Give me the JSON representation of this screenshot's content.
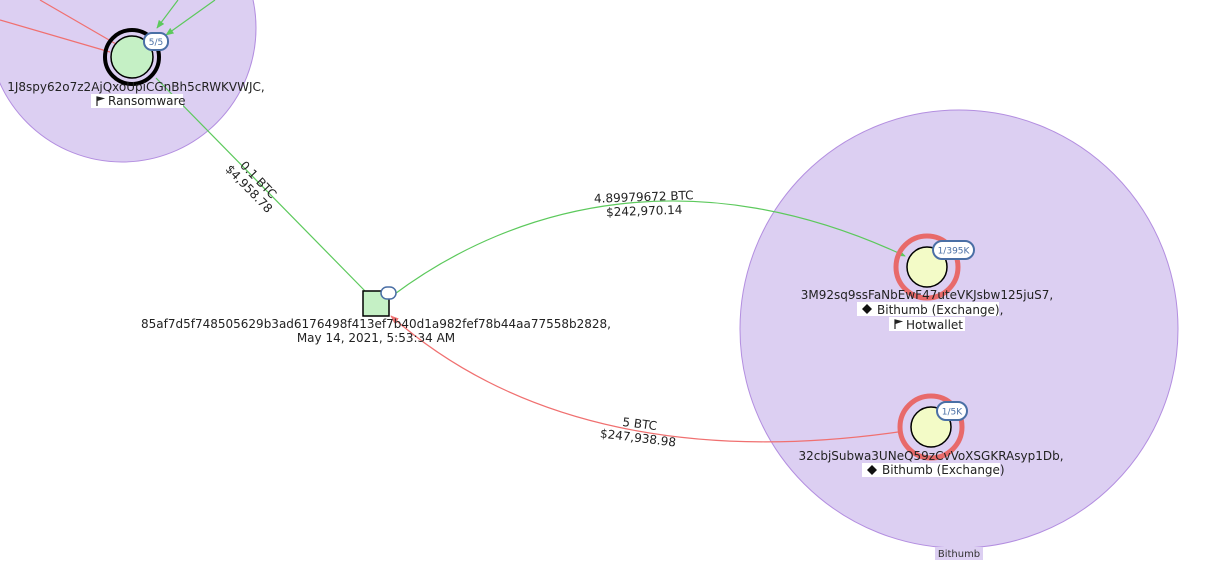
{
  "colors": {
    "cluster_fill": "#dccff2",
    "cluster_stroke": "#b38ee0",
    "edge_in": "#5cc95c",
    "edge_out": "#f07070",
    "node_green": "#c5f0c5",
    "node_yellow": "#f3fbc7",
    "ring_dark": "#000000",
    "ring_red": "#e86a6a",
    "badge_stroke": "#4a6fa5"
  },
  "clusters": [
    {
      "id": "ransomware-cluster",
      "label": ""
    },
    {
      "id": "bithumb-cluster",
      "label": "Bithumb"
    }
  ],
  "nodes": {
    "ransomware_addr": {
      "address": "1J8spy62o7z2AjQxoUpiCGnBh5cRWKVWJC,",
      "tag": "Ransomware",
      "tag_icon": "flag-icon",
      "badge": "5/5"
    },
    "transaction": {
      "hash": "85af7d5f748505629b3ad6176498f413ef7b40d1a982fef78b44aa77558b2828,",
      "timestamp": "May 14, 2021, 5:53:34 AM"
    },
    "hotwallet": {
      "address": "3M92sq9ssFaNbEwF47uteVKJsbw125juS7,",
      "entity": "Bithumb (Exchange),",
      "entity_icon": "diamond-icon",
      "tag": "Hotwallet",
      "tag_icon": "flag-icon",
      "badge": "1/395K"
    },
    "deposit": {
      "address": "32cbjSubwa3UNeQ59zCvVoXSGKRAsyp1Db,",
      "entity": "Bithumb (Exchange)",
      "entity_icon": "diamond-icon",
      "badge": "1/5K"
    }
  },
  "edges": {
    "ransom_to_tx": {
      "btc": "0.1 BTC",
      "usd": "$4,958.78"
    },
    "tx_to_hotwallet": {
      "btc": "4.89979672 BTC",
      "usd": "$242,970.14"
    },
    "deposit_to_tx": {
      "btc": "5 BTC",
      "usd": "$247,938.98"
    }
  }
}
